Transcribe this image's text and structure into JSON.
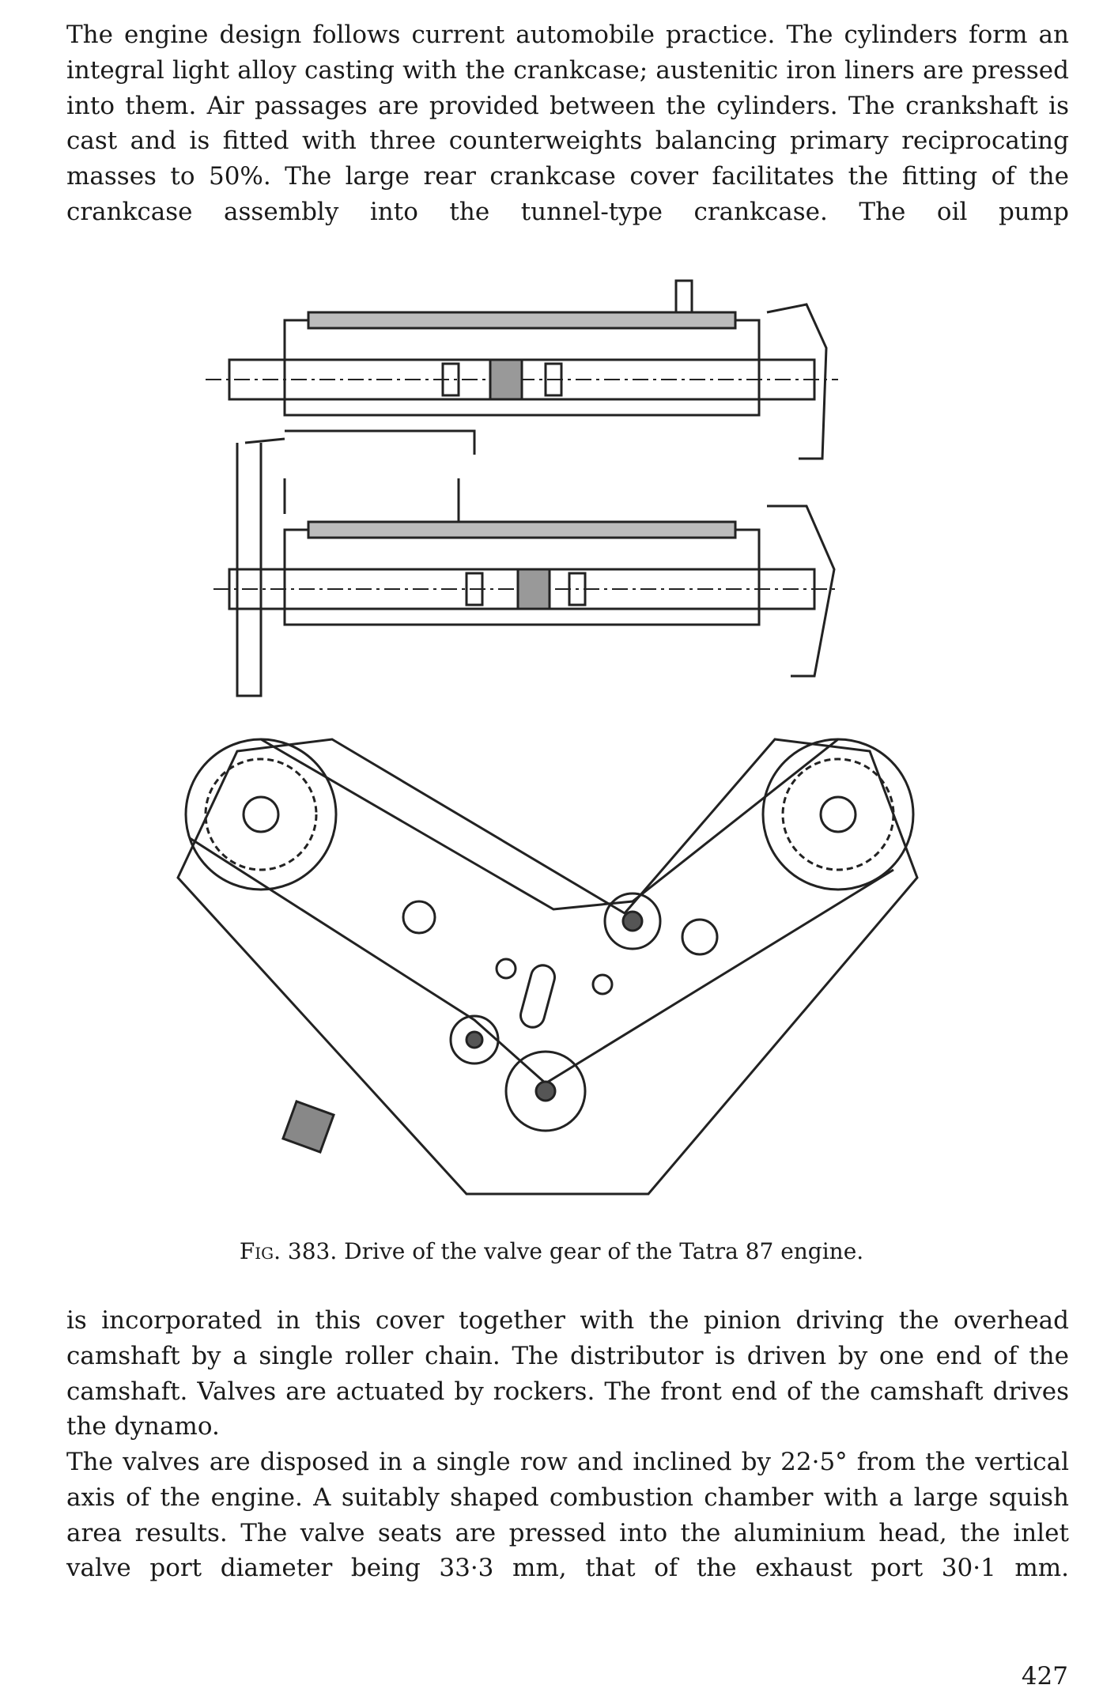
{
  "paragraphs": [
    "The engine design follows current automobile practice. The cylinders form an integral light alloy casting with the crankcase; austenitic iron liners are pressed into them. Air passages are provided between the cylinders. The crankshaft is cast and is fitted with three counterweights balancing primary reciprocating masses to 50%. The large rear crankcase cover facilitates the fitting of the crankcase assembly into the tunnel-type crankcase. The oil pump",
    "is incorporated in this cover together with the pinion driving the overhead camshaft by a single roller chain. The distributor is driven by one end of the camshaft. Valves are actuated by rockers. The front end of the camshaft drives the dynamo.",
    "The valves are disposed in a single row and inclined by 22·5° from the vertical axis of the engine. A suitably shaped combustion chamber with a large squish area results. The valve seats are pressed into the aluminium head, the inlet valve port diameter being 33·3 mm, that of the exhaust port 30·1 mm."
  ],
  "figure": {
    "label": "Fig. 383.",
    "caption": "Drive of the valve gear of the Tatra 87 engine."
  },
  "page_number": "427"
}
